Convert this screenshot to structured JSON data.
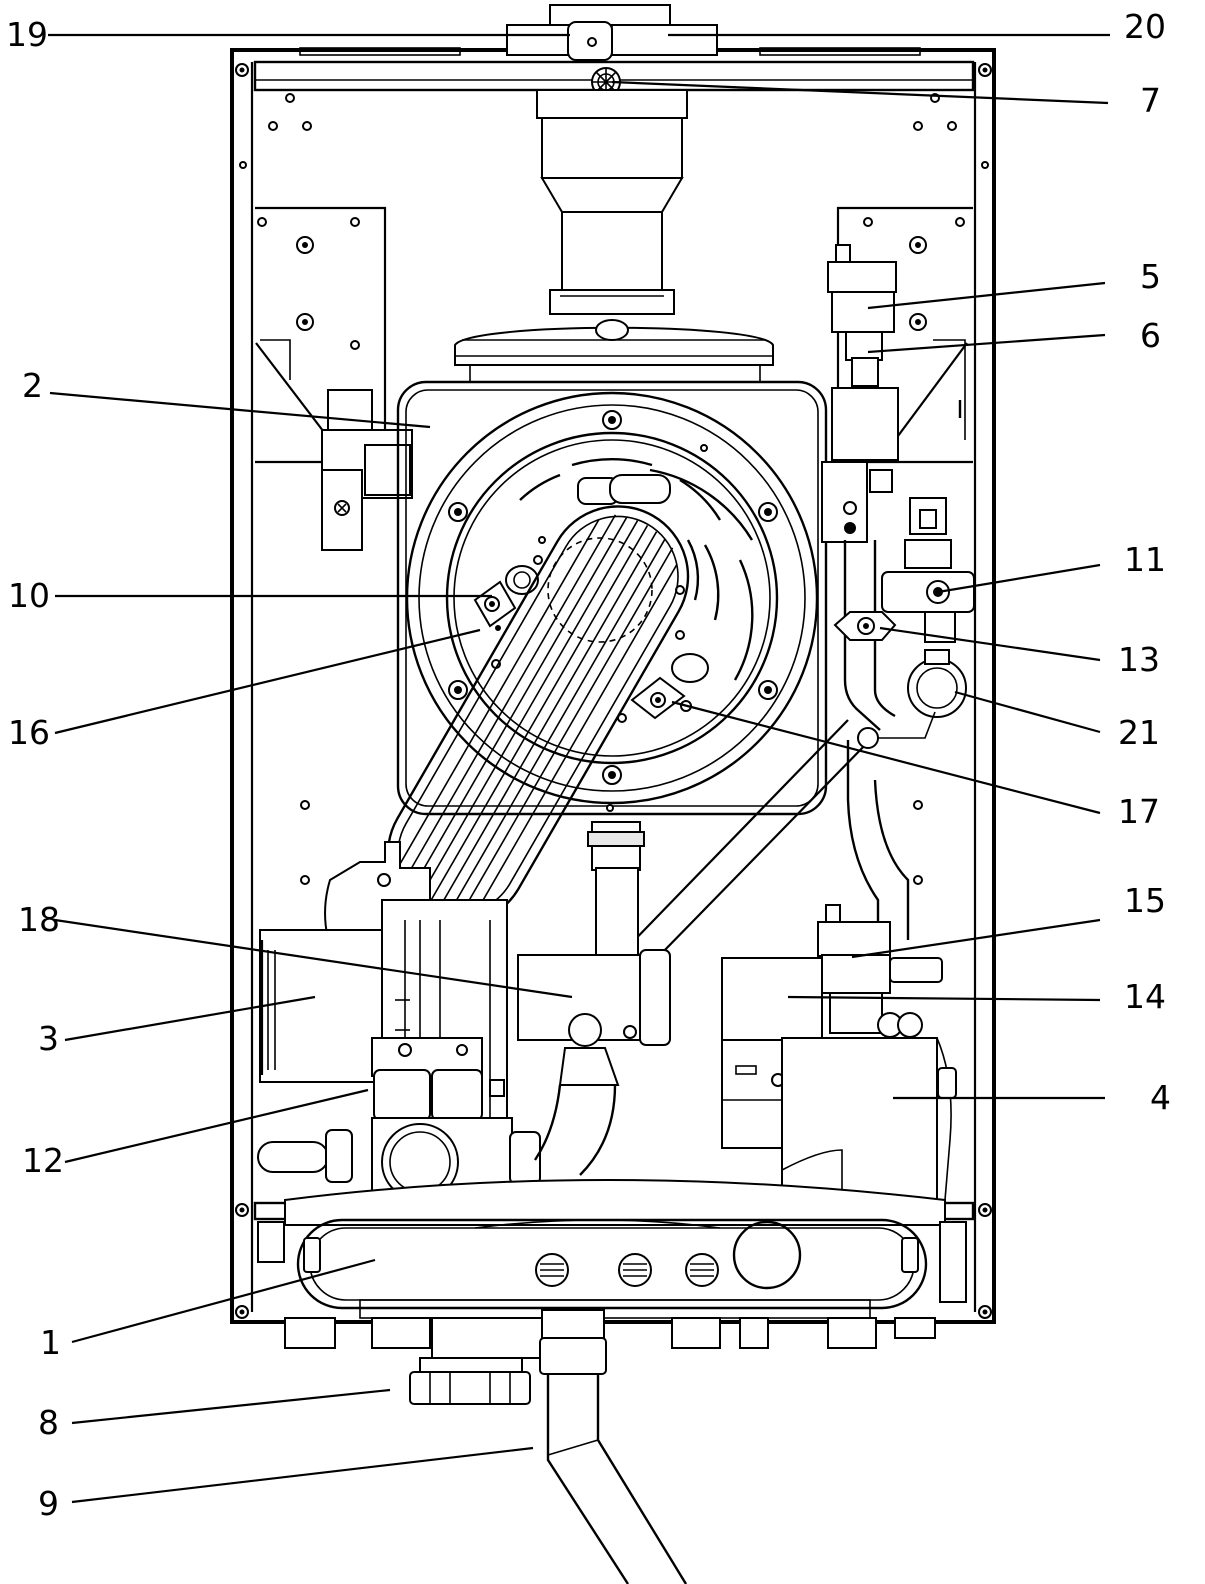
{
  "callouts": {
    "left": [
      "19",
      "2",
      "10",
      "16",
      "18",
      "3",
      "12",
      "1",
      "8",
      "9"
    ],
    "right": [
      "20",
      "7",
      "5",
      "6",
      "11",
      "13",
      "21",
      "17",
      "15",
      "14",
      "4"
    ]
  }
}
